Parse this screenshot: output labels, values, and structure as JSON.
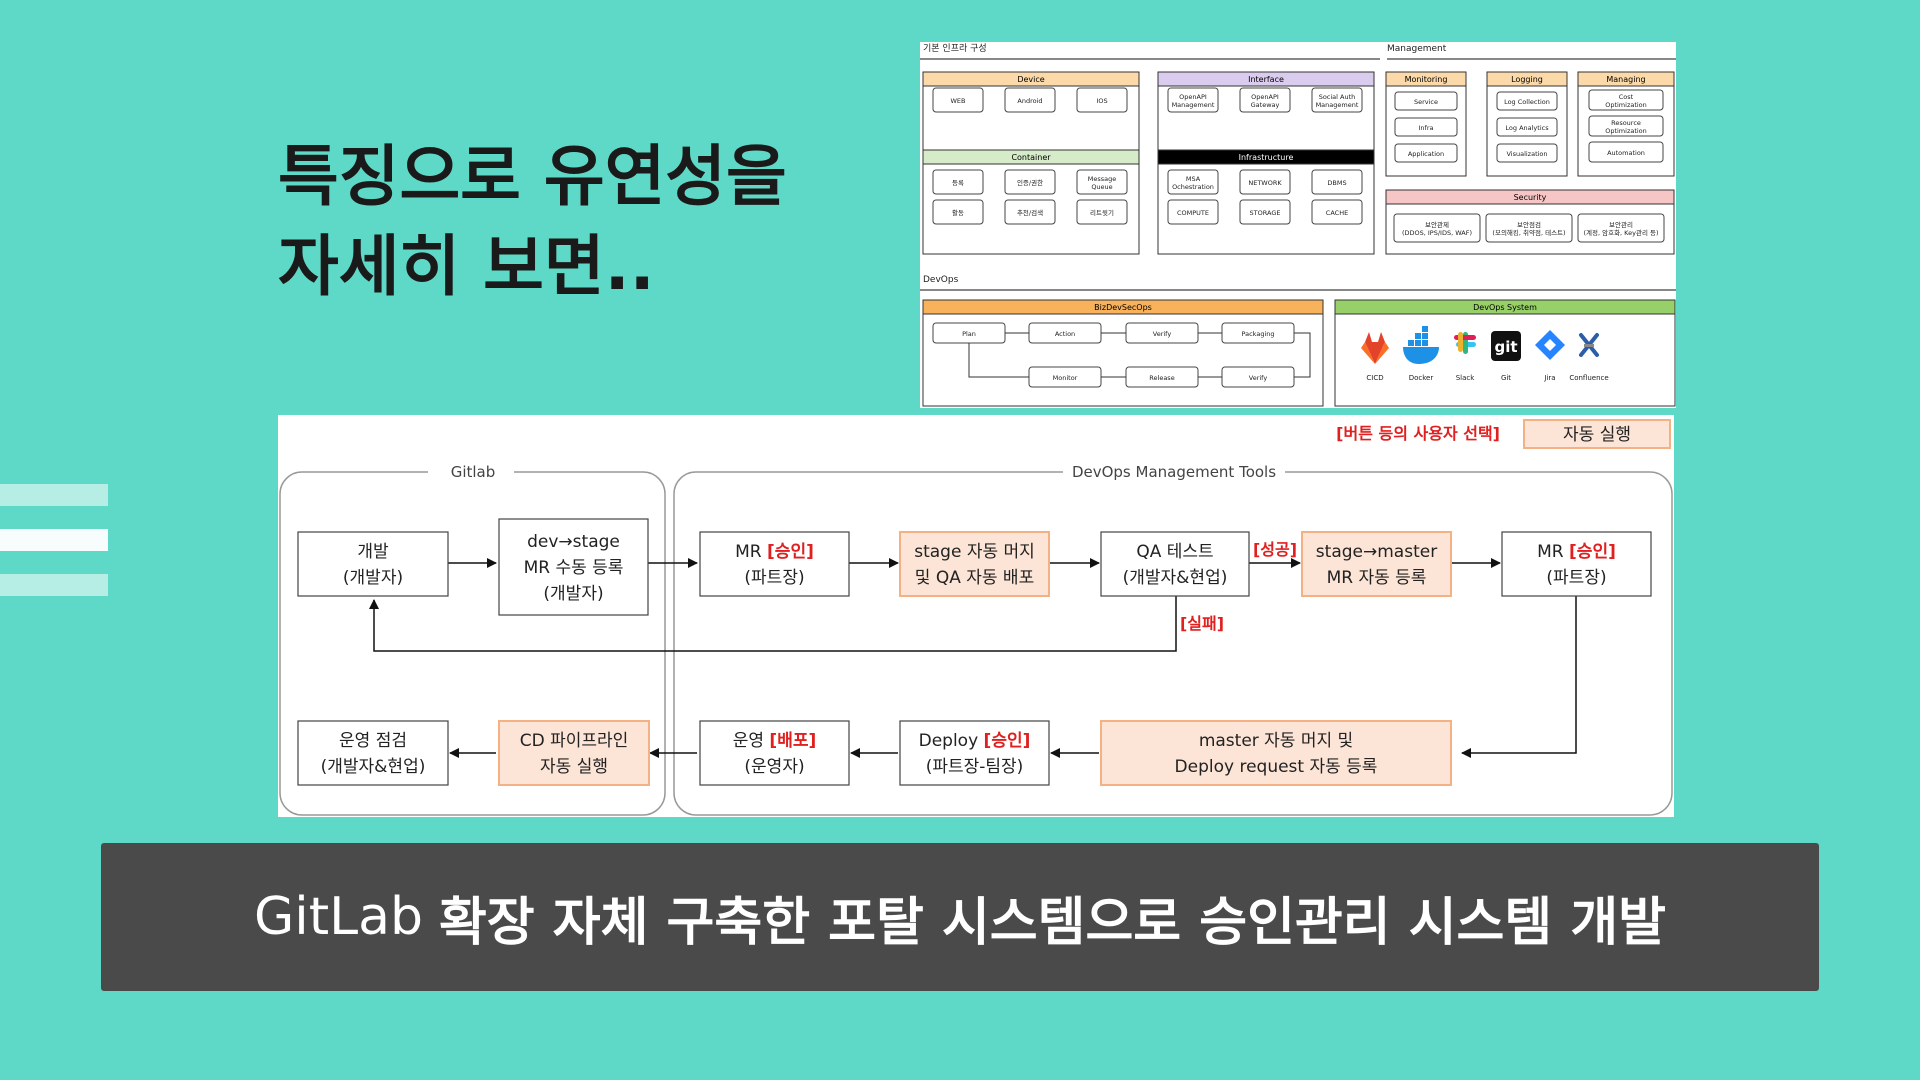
{
  "heading": {
    "line1": "특징으로 유연성을",
    "line2": "자세히 보면.."
  },
  "infra": {
    "title": "기본 인프라 구성",
    "management_title": "Management",
    "devops_title": "DevOps",
    "groups": {
      "device": {
        "title": "Device",
        "items": [
          "WEB",
          "Android",
          "IOS"
        ]
      },
      "interface": {
        "title": "Interface",
        "items": [
          [
            "OpenAPI",
            "Management"
          ],
          [
            "OpenAPI",
            "Gateway"
          ],
          [
            "Social Auth",
            "Management"
          ]
        ]
      },
      "container": {
        "title": "Container",
        "items": [
          "등록",
          "인증/권한",
          "Message|Queue",
          "활동",
          "추천/검색",
          "리트윗기"
        ]
      },
      "infrastructure": {
        "title": "Infrastructure",
        "items": [
          "MSA|Ochestration",
          "NETWORK",
          "DBMS",
          "COMPUTE",
          "STORAGE",
          "CACHE"
        ]
      },
      "monitoring": {
        "title": "Monitoring",
        "items": [
          "Service",
          "Infra",
          "Application"
        ]
      },
      "logging": {
        "title": "Logging",
        "items": [
          "Log Collection",
          "Log Analytics",
          "Visualization"
        ]
      },
      "managing": {
        "title": "Managing",
        "items": [
          "Cost|Optimization",
          "Resource|Optimization",
          "Automation"
        ]
      },
      "security": {
        "title": "Security",
        "items": [
          "보안관제|(DDOS, IPS/IDS, WAF)",
          "보안점검|(모의해킹, 취약점, 테스트)",
          "보안관리|(계정, 암호화, Key관리 등)"
        ]
      },
      "bizdevsecops": {
        "title": "BizDevSecOps",
        "items": [
          "Plan",
          "Action",
          "Verify",
          "Packaging",
          "Monitor",
          "Release",
          "Verify"
        ]
      },
      "devops_system": {
        "title": "DevOps System",
        "tools": [
          "CICD",
          "Docker",
          "Slack",
          "Git",
          "Jira",
          "Confluence"
        ]
      }
    },
    "colors": {
      "device": "#FCD9A8",
      "interface": "#D9CCEF",
      "container": "#D6EBC8",
      "infrastructure": "#000000",
      "monitoring": "#FCD9A8",
      "logging": "#FCD9A8",
      "managing": "#FCD9A8",
      "security": "#F6C6C6",
      "bizdevsecops": "#F8B25C",
      "devops_system": "#97D069"
    }
  },
  "flow": {
    "legend": {
      "user_select": "[버튼 등의 사용자 선택]",
      "auto_run": "자동 실행"
    },
    "gitlab_label": "Gitlab",
    "tools_label": "DevOps Management Tools",
    "boxes": {
      "dev": [
        "개발",
        "(개발자)"
      ],
      "mr_register": [
        "dev→stage",
        "MR 수동 등록",
        "(개발자)"
      ],
      "mr_approve1": [
        "MR [승인]",
        "(파트장)"
      ],
      "stage_merge": [
        "stage 자동 머지",
        "및 QA 자동 배포"
      ],
      "qa_test": [
        "QA 테스트",
        "(개발자&현업)"
      ],
      "stage_master": [
        "stage→master",
        "MR 자동 등록"
      ],
      "mr_approve2": [
        "MR [승인]",
        "(파트장)"
      ],
      "master_merge": [
        "master 자동 머지 및",
        "Deploy request 자동 등록"
      ],
      "deploy_approve": [
        "Deploy [승인]",
        "(파트장-팀장)"
      ],
      "ops_deploy": [
        "운영 [배포]",
        "(운영자)"
      ],
      "cd_pipeline": [
        "CD 파이프라인",
        "자동 실행"
      ],
      "ops_check": [
        "운영 점검",
        "(개발자&현업)"
      ]
    },
    "success_label": "[성공]",
    "fail_label": "[실패]",
    "colors": {
      "auto": "#FCE4D6",
      "auto_border": "#F4B183",
      "red": "#E02020"
    }
  },
  "banner": {
    "prefix": "GitLab",
    "bold": "확장 자체 구축한 포탈 시스템으로 승인관리 시스템 개발"
  }
}
